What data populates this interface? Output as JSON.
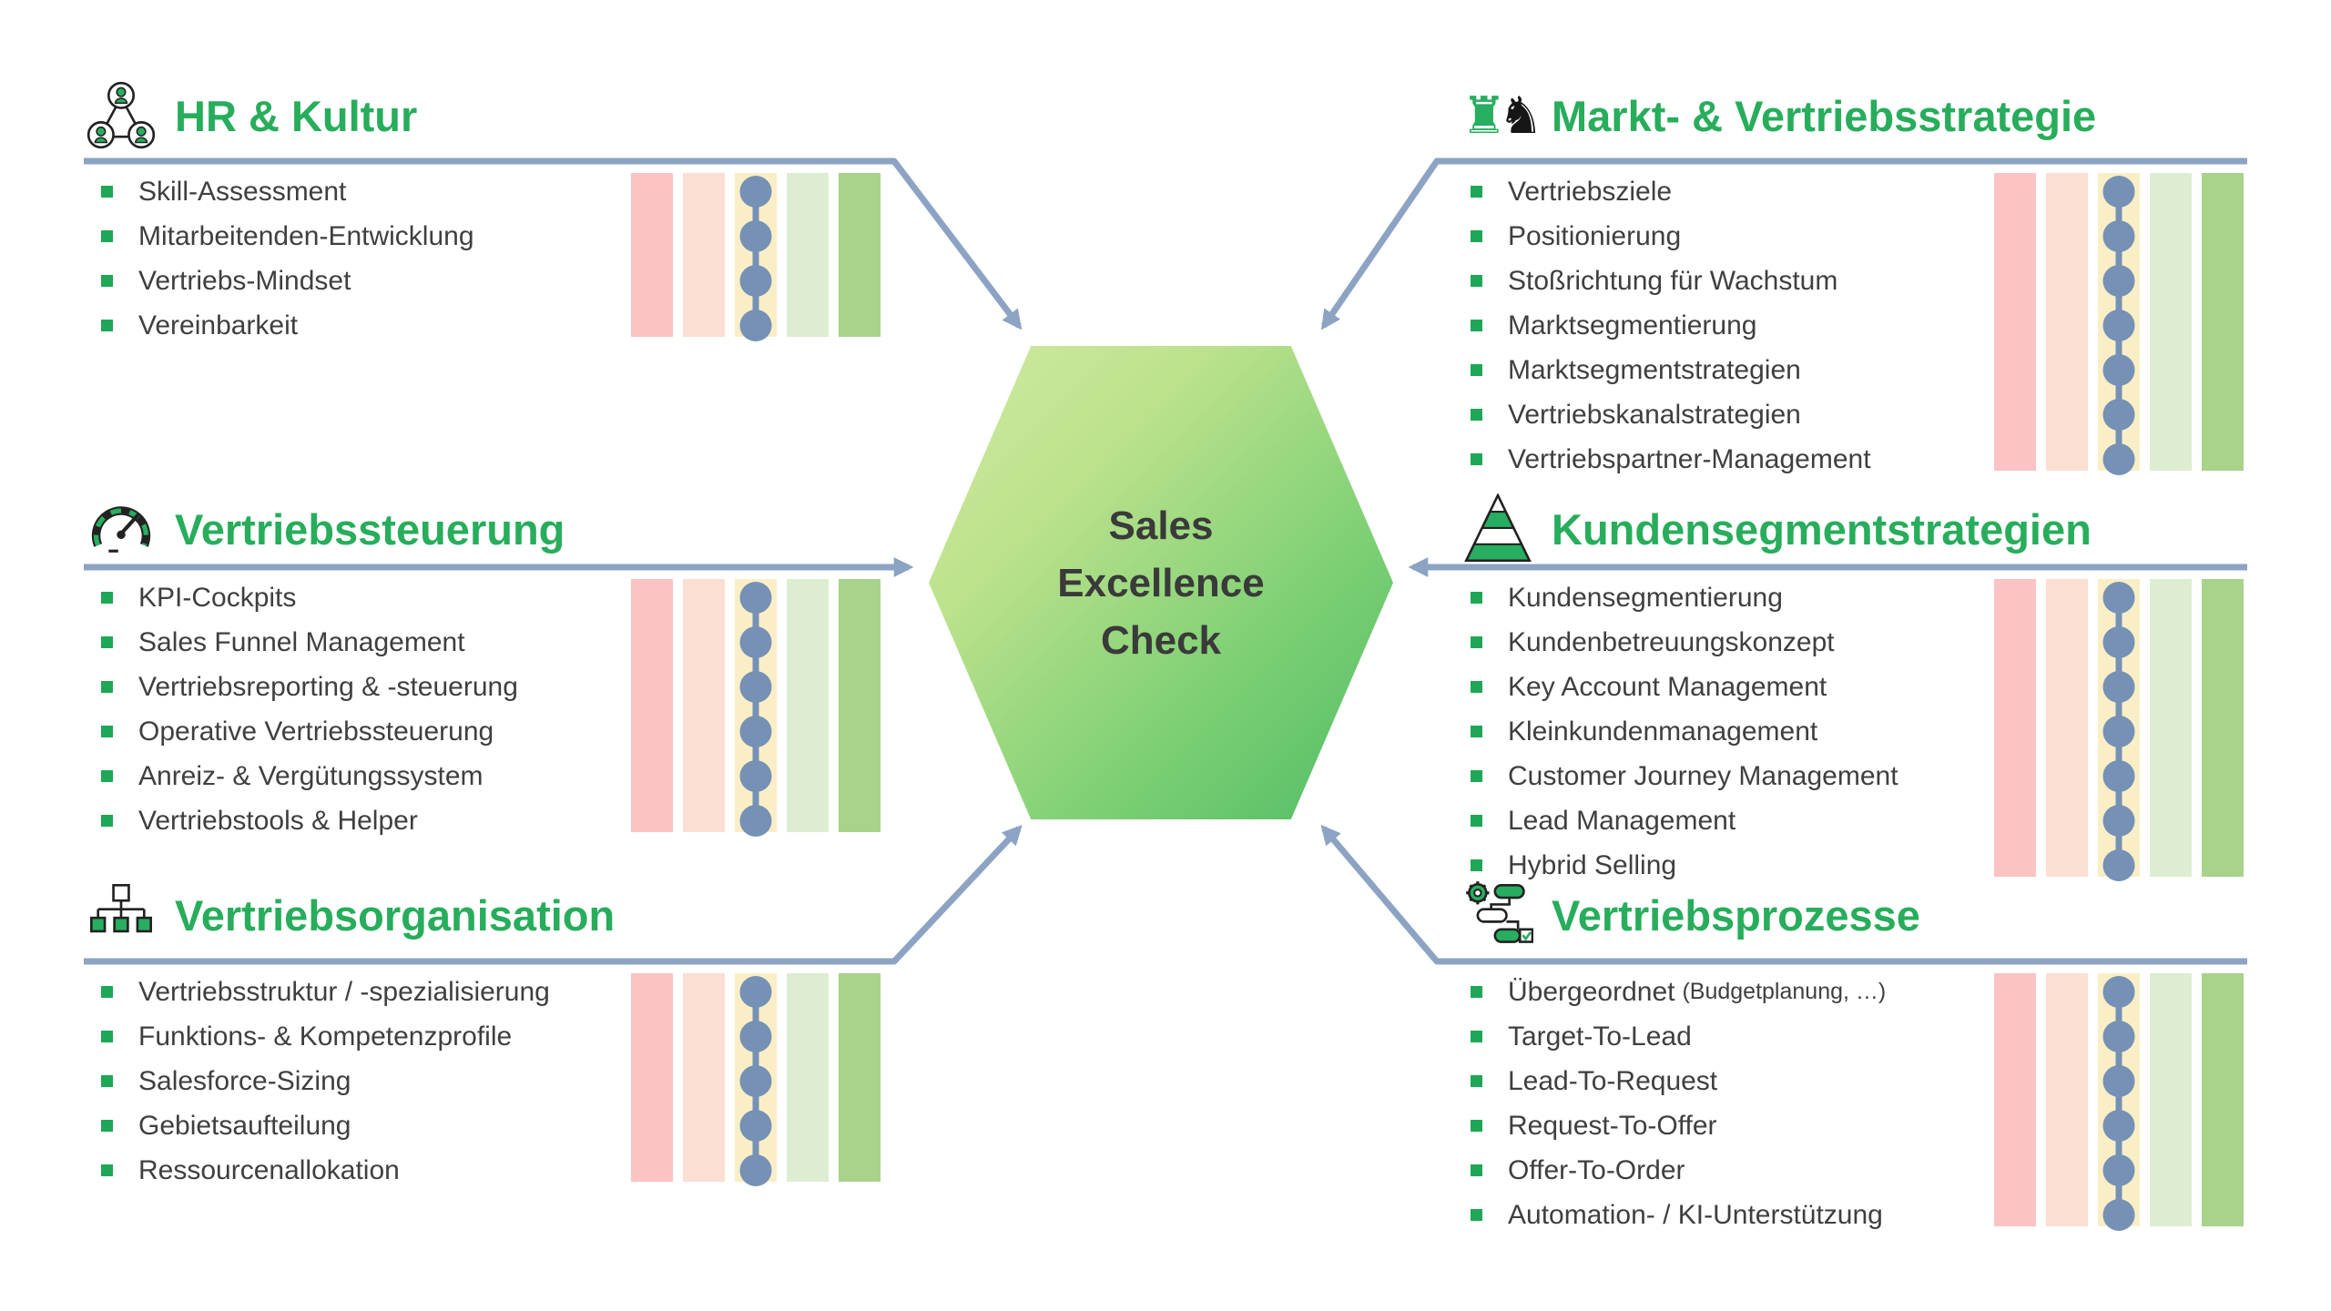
{
  "hexagon": {
    "lines": [
      "Sales",
      "Excellence",
      "Check"
    ],
    "fill_gradient": [
      "#cdea9f",
      "#4fbc64"
    ],
    "text_color": "#3a3a3a"
  },
  "rating_scale": {
    "columns": 5,
    "column_colors": [
      "#fbc3c4",
      "#fbdfd2",
      "#faeec6",
      "#ddedd2",
      "#a9d28b"
    ],
    "dot_color": "#7591b5"
  },
  "colors": {
    "title_green": "#27ad5b",
    "bullet_green": "#1ea756",
    "connector_blue": "#8ca3c3",
    "body_text": "#3f3f3f"
  },
  "sections": [
    {
      "title": "HR & Kultur",
      "icon": "people-network-icon",
      "position": "top-left",
      "items": [
        {
          "label": "Skill-Assessment",
          "rating": 3
        },
        {
          "label": "Mitarbeitenden-Entwicklung",
          "rating": 3
        },
        {
          "label": "Vertriebs-Mindset",
          "rating": 3
        },
        {
          "label": "Vereinbarkeit",
          "rating": 3
        }
      ]
    },
    {
      "title": "Vertriebssteuerung",
      "icon": "gauge-icon",
      "position": "middle-left",
      "items": [
        {
          "label": "KPI-Cockpits",
          "rating": 3
        },
        {
          "label": "Sales Funnel Management",
          "rating": 3
        },
        {
          "label": "Vertriebsreporting & -steuerung",
          "rating": 3
        },
        {
          "label": "Operative Vertriebssteuerung",
          "rating": 3
        },
        {
          "label": "Anreiz- & Vergütungssystem",
          "rating": 3
        },
        {
          "label": "Vertriebstools & Helper",
          "rating": 3
        }
      ]
    },
    {
      "title": "Vertriebsorganisation",
      "icon": "org-chart-icon",
      "position": "bottom-left",
      "items": [
        {
          "label": "Vertriebsstruktur / -spezialisierung",
          "rating": 3
        },
        {
          "label": "Funktions- & Kompetenzprofile",
          "rating": 3
        },
        {
          "label": "Salesforce-Sizing",
          "rating": 3
        },
        {
          "label": "Gebietsaufteilung",
          "rating": 3
        },
        {
          "label": "Ressourcenallokation",
          "rating": 3
        }
      ]
    },
    {
      "title": "Markt- & Vertriebsstrategie",
      "icon": "chess-icon",
      "position": "top-right",
      "items": [
        {
          "label": "Vertriebsziele",
          "rating": 3
        },
        {
          "label": "Positionierung",
          "rating": 3
        },
        {
          "label": "Stoßrichtung für Wachstum",
          "rating": 3
        },
        {
          "label": "Marktsegmentierung",
          "rating": 3
        },
        {
          "label": "Marktsegmentstrategien",
          "rating": 3
        },
        {
          "label": "Vertriebskanalstrategien",
          "rating": 3
        },
        {
          "label": "Vertriebspartner-Management",
          "rating": 3
        }
      ]
    },
    {
      "title": "Kundensegmentstrategien",
      "icon": "pyramid-icon",
      "position": "middle-right",
      "items": [
        {
          "label": "Kundensegmentierung",
          "rating": 3
        },
        {
          "label": "Kundenbetreuungskonzept",
          "rating": 3
        },
        {
          "label": "Key Account Management",
          "rating": 3
        },
        {
          "label": "Kleinkundenmanagement",
          "rating": 3
        },
        {
          "label": "Customer Journey Management",
          "rating": 3
        },
        {
          "label": "Lead Management",
          "rating": 3
        },
        {
          "label": "Hybrid Selling",
          "rating": 3
        }
      ]
    },
    {
      "title": "Vertriebsprozesse",
      "icon": "process-icon",
      "position": "bottom-right",
      "items": [
        {
          "label": "Übergeordnet",
          "note": "(Budgetplanung, …)",
          "rating": 3
        },
        {
          "label": "Target-To-Lead",
          "rating": 3
        },
        {
          "label": "Lead-To-Request",
          "rating": 3
        },
        {
          "label": "Request-To-Offer",
          "rating": 3
        },
        {
          "label": "Offer-To-Order",
          "rating": 3
        },
        {
          "label": "Automation- / KI-Unterstützung",
          "rating": 3
        }
      ]
    }
  ]
}
